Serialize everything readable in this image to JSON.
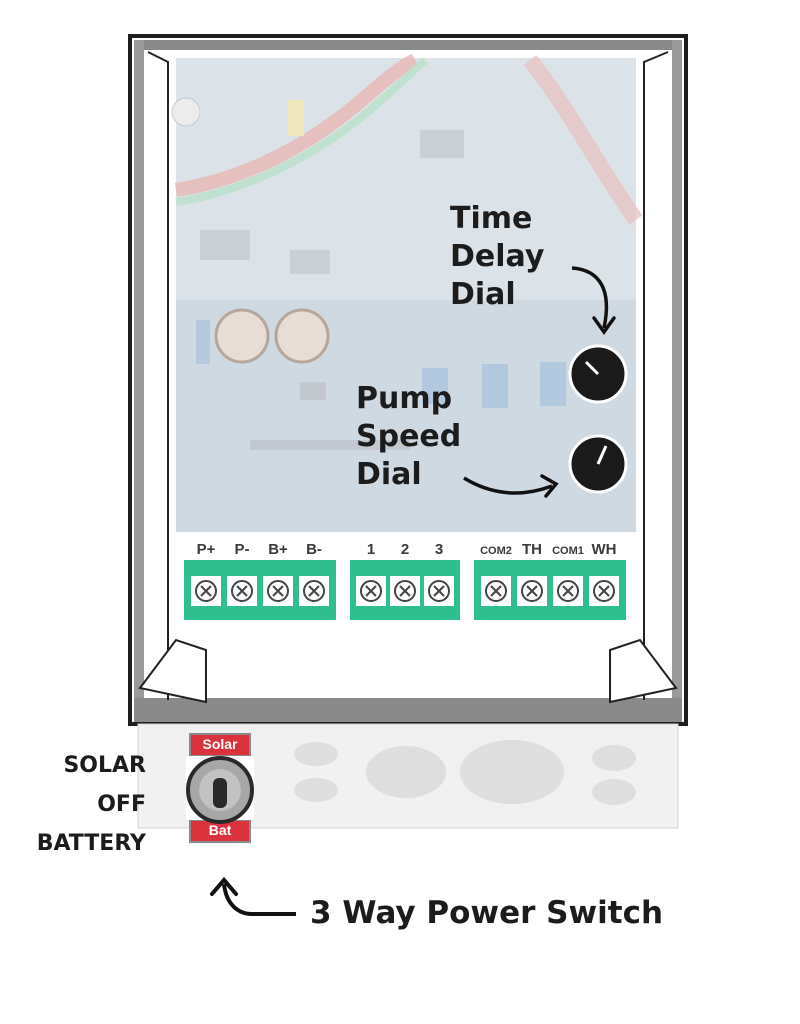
{
  "callouts": {
    "time_delay": [
      "Time",
      "Delay",
      "Dial"
    ],
    "pump_speed": [
      "Pump",
      "Speed",
      "Dial"
    ],
    "power_switch": "3 Way Power Switch"
  },
  "switch_positions": [
    "SOLAR",
    "OFF",
    "BATTERY"
  ],
  "switch_tags": {
    "top": "Solar",
    "bottom": "Bat"
  },
  "terminal_groups": {
    "power": [
      "P+",
      "P-",
      "B+",
      "B-"
    ],
    "numbered": [
      "1",
      "2",
      "3"
    ],
    "aux": [
      "COM2",
      "TH",
      "COM1",
      "WH"
    ]
  },
  "colors": {
    "terminal_green": "#2fbf8f",
    "switch_red": "#d9323c",
    "pcb_tint": "#dfe6ea",
    "dial": "#1a1a1a"
  }
}
